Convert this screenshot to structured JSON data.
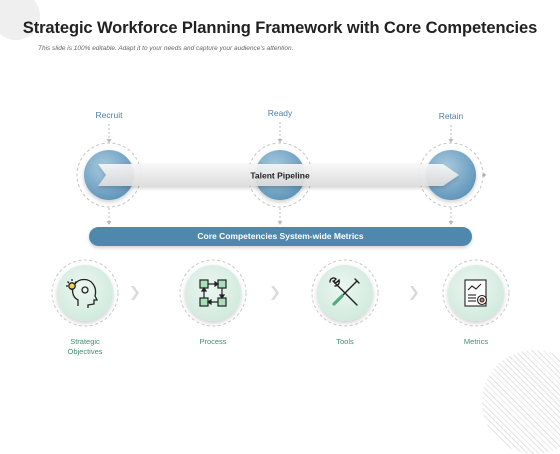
{
  "slide": {
    "title": "Strategic Workforce Planning Framework with Core Competencies",
    "subtitle": "This slide is 100% editable. Adapt it to your needs and capture your audience's attention."
  },
  "stages": [
    {
      "label": "Recruit"
    },
    {
      "label": "Ready"
    },
    {
      "label": "Retain"
    }
  ],
  "pipeline_label": "Talent Pipeline",
  "metrics_bar_label": "Core Competencies System-wide Metrics",
  "competencies": [
    {
      "label": "Strategic Objectives",
      "icon": "head-lightbulb-icon"
    },
    {
      "label": "Process",
      "icon": "process-cycle-icon"
    },
    {
      "label": "Tools",
      "icon": "wrench-screwdriver-icon"
    },
    {
      "label": "Metrics",
      "icon": "chart-report-icon"
    }
  ],
  "colors": {
    "stage_label": "#4f7ea8",
    "competency_label": "#3f8f6e",
    "bar": "#4e89ad",
    "stage_circle": "#7fafcb",
    "competency_circle": "#dcefe6"
  }
}
